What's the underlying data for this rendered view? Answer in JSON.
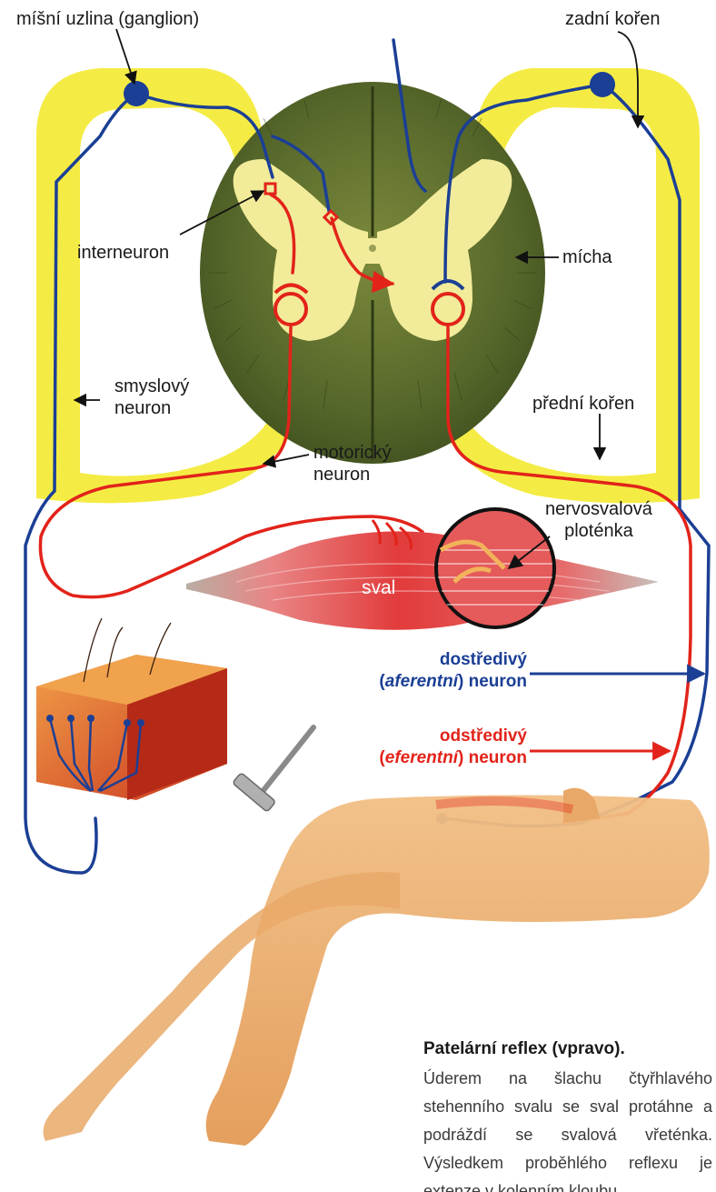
{
  "labels": {
    "ganglion": "míšní uzlina (ganglion)",
    "dorsal_root": "zadní kořen",
    "interneuron": "interneuron",
    "spinal_cord": "mícha",
    "sensory_neuron_line1": "smyslový",
    "sensory_neuron_line2": "neuron",
    "ventral_root": "přední kořen",
    "motor_neuron_line1": "motorický",
    "motor_neuron_line2": "neuron",
    "nmj_line1": "nervosvalová",
    "nmj_line2": "ploténka",
    "muscle": "sval",
    "afferent_line1": "dostředivý",
    "afferent_italic": "aferentní",
    "afferent_word": "neuron",
    "efferent_line1": "odstředivý",
    "efferent_italic": "eferentní",
    "efferent_word": "neuron"
  },
  "caption": {
    "title": "Patelární reflex (vpravo).",
    "body": "Úderem na šlachu čtyřhlavého stehenního svalu se sval protáhne a podráždí se svalová vřeténka. Výsledkem proběhlého reflexu je extenze v kolenním kloubu."
  },
  "colors": {
    "afferent": "#1b3f95",
    "efferent": "#e2231a",
    "root": "#f4ec45",
    "cord_white": "#5a6b2c",
    "cord_grey": "#f2ec9a",
    "skin": "#e9a968"
  }
}
